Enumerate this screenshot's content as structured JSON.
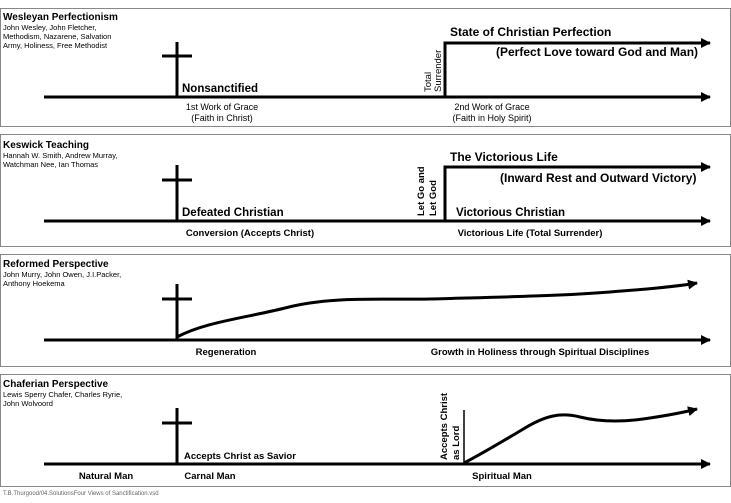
{
  "panels": [
    {
      "title": "Wesleyan Perfectionism",
      "authors": [
        "John Wesley, John Fletcher,",
        "Methodism, Nazarene, Salvation",
        "Army, Holiness, Free Methodist"
      ],
      "upper_label": "State of Christian Perfection",
      "upper_sublabel": "(Perfect Love toward God and Man)",
      "vertical_label": [
        "Total",
        "Surrender"
      ],
      "lower_left_label": "Nonsanctified",
      "axis_left": [
        "1st Work of Grace",
        "(Faith in Christ)"
      ],
      "axis_right": [
        "2nd Work of Grace",
        "(Faith in Holy Spirit)"
      ]
    },
    {
      "title": "Keswick Teaching",
      "authors": [
        "Hannah W. Smith, Andrew Murray,",
        "Watchman Nee, Ian Thomas"
      ],
      "upper_label": "The Victorious Life",
      "upper_sublabel": "(Inward Rest and Outward Victory)",
      "vertical_label": [
        "Let Go and",
        "Let God"
      ],
      "lower_left_label": "Defeated Christian",
      "lower_right_label": "Victorious Christian",
      "axis_left": "Conversion (Accepts Christ)",
      "axis_right": "Victorious Life (Total Surrender)"
    },
    {
      "title": "Reformed Perspective",
      "authors": [
        "John Murry, John Owen, J.I.Packer,",
        "Anthony Hoekema"
      ],
      "axis_left": "Regeneration",
      "axis_right": "Growth in Holiness through Spiritual Disciplines"
    },
    {
      "title": "Chaferian Perspective",
      "authors": [
        "Lewis Sperry Chafer, Charles Ryrie,",
        "John Wolvoord"
      ],
      "cross_label": "Accepts Christ as Savior",
      "vertical_label": [
        "Accepts Christ",
        "as Lord"
      ],
      "axis_far_left": "Natural Man",
      "axis_left": "Carnal Man",
      "axis_right": "Spiritual Man"
    }
  ],
  "footer": "T.B.Thurgood/04.SolutionsFour Views of Sanctification.vsd"
}
